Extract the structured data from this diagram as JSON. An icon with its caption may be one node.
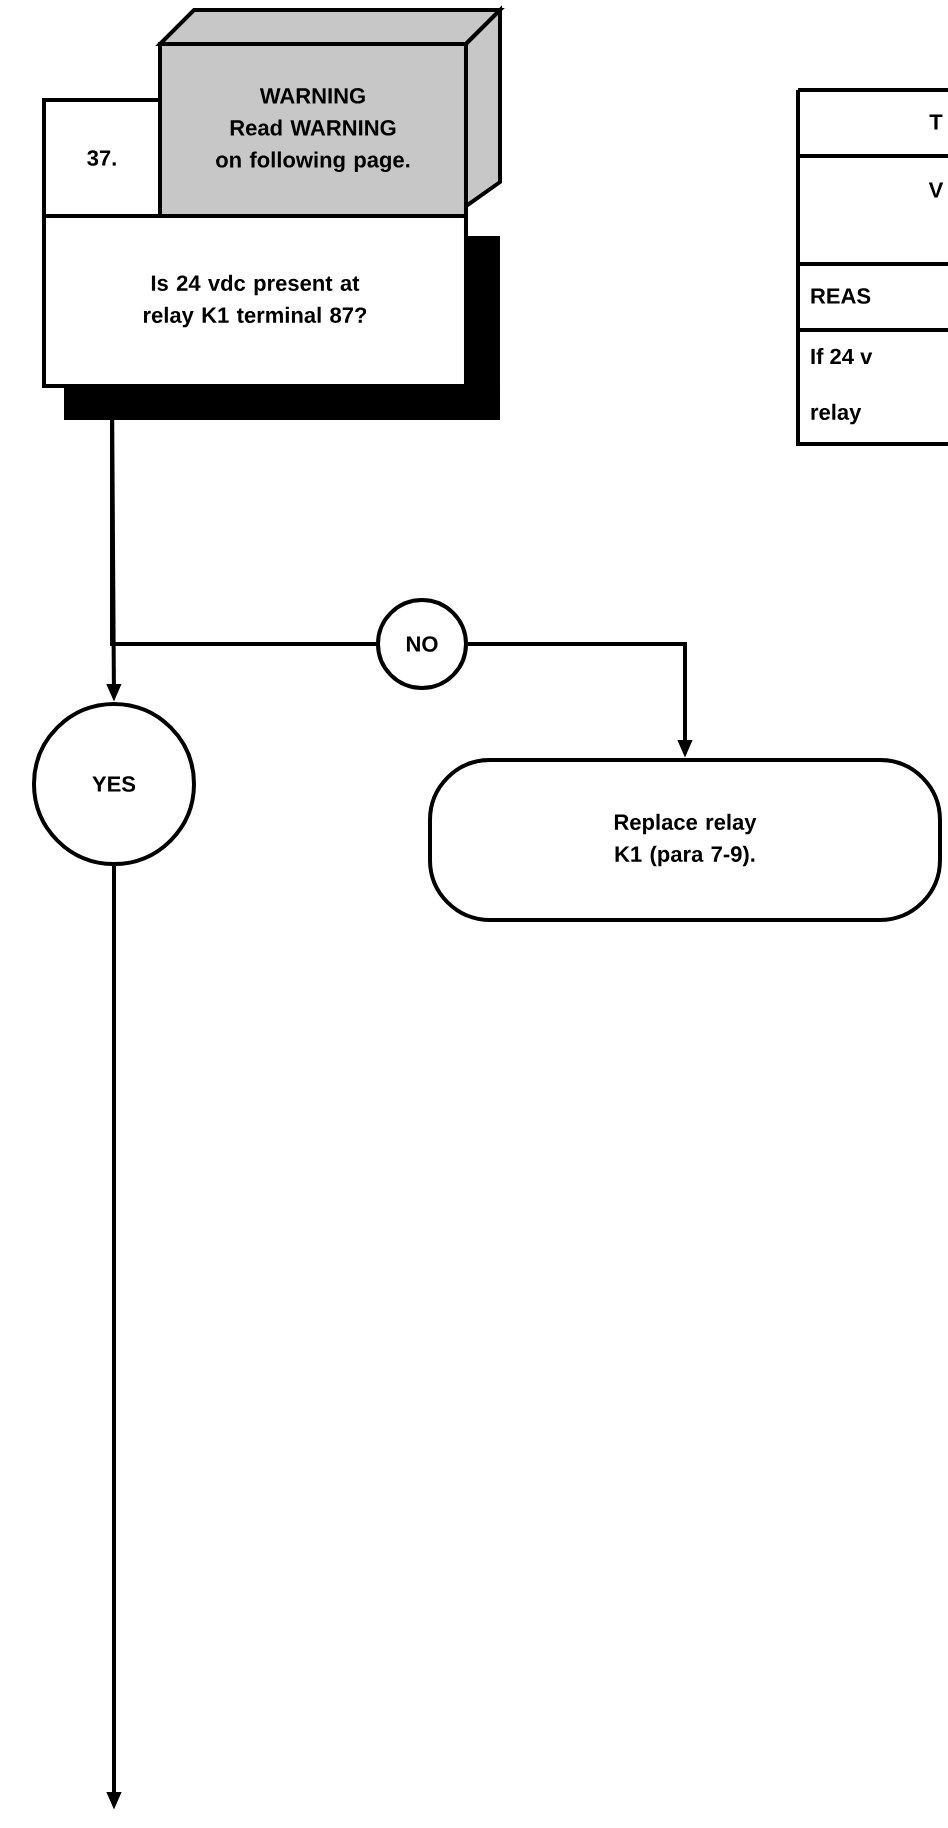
{
  "diagram": {
    "nodes": [
      {
        "text": [
          "37."
        ]
      },
      {
        "text": [
          "WARNING",
          "Read WARNING on following page."
        ]
      },
      {
        "text": [
          "Is 24 vdc present at relay K1 terminal 87?"
        ]
      },
      {
        "text": [
          "NO"
        ]
      },
      {
        "text": [
          "YES"
        ]
      },
      {
        "text": [
          "Replace relay K1 (para 7-9)."
        ]
      }
    ],
    "edges": [
      {
        "from": 2,
        "to": 3,
        "arrow": "none"
      },
      {
        "from": 2,
        "to": 4,
        "arrow": "to"
      },
      {
        "from": 3,
        "to": 5,
        "arrow": "to"
      },
      {
        "from": 4,
        "to": null,
        "arrow": "to"
      }
    ],
    "labels": [
      "T",
      "V",
      "REAS",
      "If 24 v",
      "relay"
    ]
  }
}
